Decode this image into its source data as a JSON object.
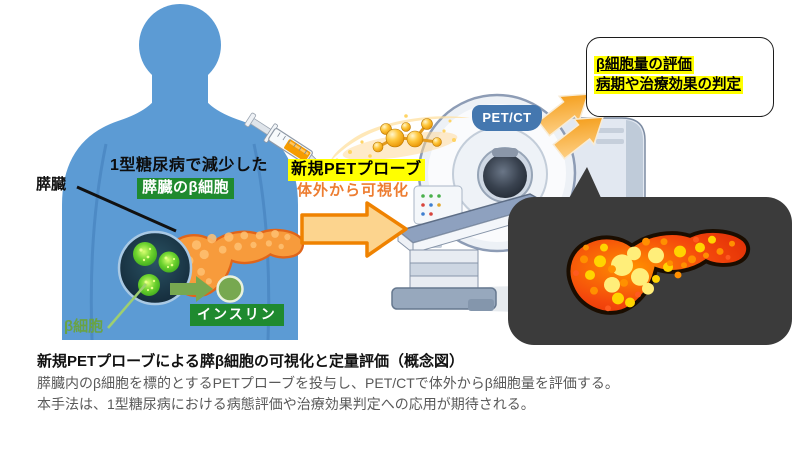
{
  "anatomy": {
    "pancreas_label": "膵臓",
    "diabetes_line1": "1型糖尿病で減少した",
    "diabetes_line2": "膵臓のβ細胞",
    "beta_cell_label": "β細胞",
    "insulin_label": "インスリン"
  },
  "probe": {
    "name": "新規PETプローブ",
    "visualize": "体外から可視化"
  },
  "scanner": {
    "label": "PET/CT"
  },
  "outcome": {
    "line1": "β細胞量の評価",
    "line2": "病期や治療効果の判定"
  },
  "caption": {
    "title": "新規PETプローブによる膵β細胞の可視化と定量評価（概念図）",
    "desc1": "膵臓内のβ細胞を標的とするPETプローブを投与し、PET/CTで体外からβ細胞量を評価する。",
    "desc2": "本手法は、1型糖尿病における病態評価や治療効果判定への応用が期待される。"
  },
  "colors": {
    "body_blue": "#5c9bd4",
    "green_badge": "#1f8a2f",
    "insulin_green": "#77a850",
    "highlight_yellow": "#ffff00",
    "probe_orange": "#ed7d31",
    "arrow_orange": "#ef8200",
    "scanner_banner_blue": "#4477af",
    "bubble_dark": "#3b3b3b",
    "pet_signal_red": "#e8380d",
    "pet_signal_yellow": "#ffd400"
  }
}
